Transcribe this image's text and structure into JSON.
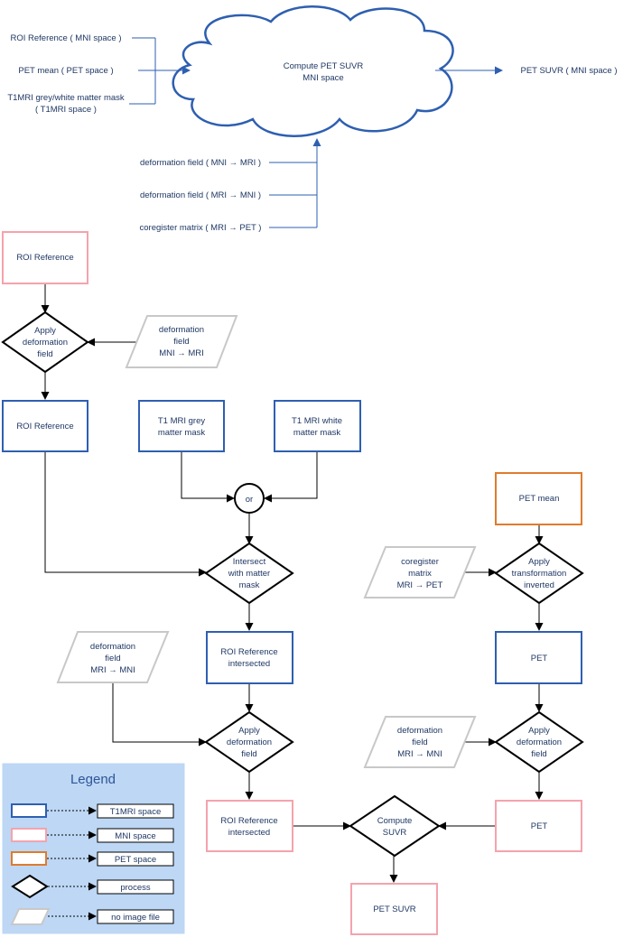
{
  "summary": {
    "inputs": [
      "ROI Reference ( MNI space )",
      "PET mean ( PET space )",
      "T1MRI grey/white matter mask",
      "( T1MRI space )"
    ],
    "cloud_lines": [
      "Compute PET SUVR",
      "MNI space"
    ],
    "output": "PET SUVR ( MNI space )",
    "transforms": [
      "deformation field ( MNI → MRI )",
      "deformation field ( MRI → MNI )",
      "coregister matrix ( MRI → PET )"
    ]
  },
  "flow": {
    "roi_ref_mni": [
      "ROI Reference"
    ],
    "apply_def_1": [
      "Apply",
      "deformation",
      "field"
    ],
    "def_field_mni_mri": [
      "deformation",
      "field",
      "MNI → MRI"
    ],
    "roi_ref_t1": [
      "ROI Reference"
    ],
    "grey_mask": [
      "T1 MRI grey",
      "matter mask"
    ],
    "white_mask": [
      "T1 MRI white",
      "matter mask"
    ],
    "or_node": "or",
    "intersect": [
      "Intersect",
      "with matter",
      "mask"
    ],
    "roi_intersected_t1": [
      "ROI Reference",
      "intersected"
    ],
    "def_field_mri_mni_left": [
      "deformation",
      "field",
      "MRI → MNI"
    ],
    "apply_def_2": [
      "Apply",
      "deformation",
      "field"
    ],
    "roi_intersected_mni": [
      "ROI Reference",
      "intersected"
    ],
    "compute_suvr": [
      "Compute",
      "SUVR"
    ],
    "pet_suvr": [
      "PET SUVR"
    ],
    "pet_mean": [
      "PET mean"
    ],
    "coreg_matrix": [
      "coregister",
      "matrix",
      "MRI → PET"
    ],
    "apply_transform": [
      "Apply",
      "transformation",
      "inverted"
    ],
    "pet_t1": [
      "PET"
    ],
    "def_field_mri_mni_right": [
      "deformation",
      "field",
      "MRI → MNI"
    ],
    "apply_def_3": [
      "Apply",
      "deformation",
      "field"
    ],
    "pet_mni": [
      "PET"
    ]
  },
  "legend": {
    "title": "Legend",
    "items": [
      "T1MRI space",
      "MNI space",
      "PET space",
      "process",
      "no image file"
    ]
  },
  "colors": {
    "t1mri": "#2e5fb0",
    "mni": "#f4a3ad",
    "pet": "#e07b2c",
    "process": "#000000",
    "no_image": "#c8c8c8",
    "legend_bg": "#bdd7f5",
    "text": "#1f3864",
    "summary_lines": "#2e5fb0"
  }
}
